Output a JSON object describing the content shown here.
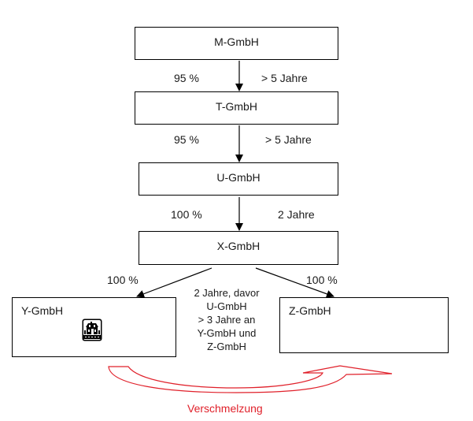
{
  "diagram": {
    "nodes": [
      {
        "id": "m",
        "label": "M-GmbH"
      },
      {
        "id": "t",
        "label": "T-GmbH"
      },
      {
        "id": "u",
        "label": "U-GmbH"
      },
      {
        "id": "x",
        "label": "X-GmbH"
      },
      {
        "id": "y",
        "label": "Y-GmbH",
        "icon": "house-icon"
      },
      {
        "id": "z",
        "label": "Z-GmbH"
      }
    ],
    "edges": [
      {
        "from": "M-GmbH",
        "to": "T-GmbH",
        "share": "95 %",
        "duration": "> 5 Jahre"
      },
      {
        "from": "T-GmbH",
        "to": "U-GmbH",
        "share": "95 %",
        "duration": "> 5 Jahre"
      },
      {
        "from": "U-GmbH",
        "to": "X-GmbH",
        "share": "100 %",
        "duration": "2 Jahre"
      },
      {
        "from": "X-GmbH",
        "to": "Y-GmbH",
        "share": "100 %"
      },
      {
        "from": "X-GmbH",
        "to": "Z-GmbH",
        "share": "100 %"
      }
    ],
    "note_lines": [
      "2 Jahre, davor",
      "U-GmbH",
      "> 3 Jahre an",
      "Y-GmbH und",
      "Z-GmbH"
    ],
    "merger": {
      "label": "Verschmelzung",
      "from": "Y-GmbH",
      "to": "Z-GmbH",
      "color": "#e0202a"
    }
  }
}
